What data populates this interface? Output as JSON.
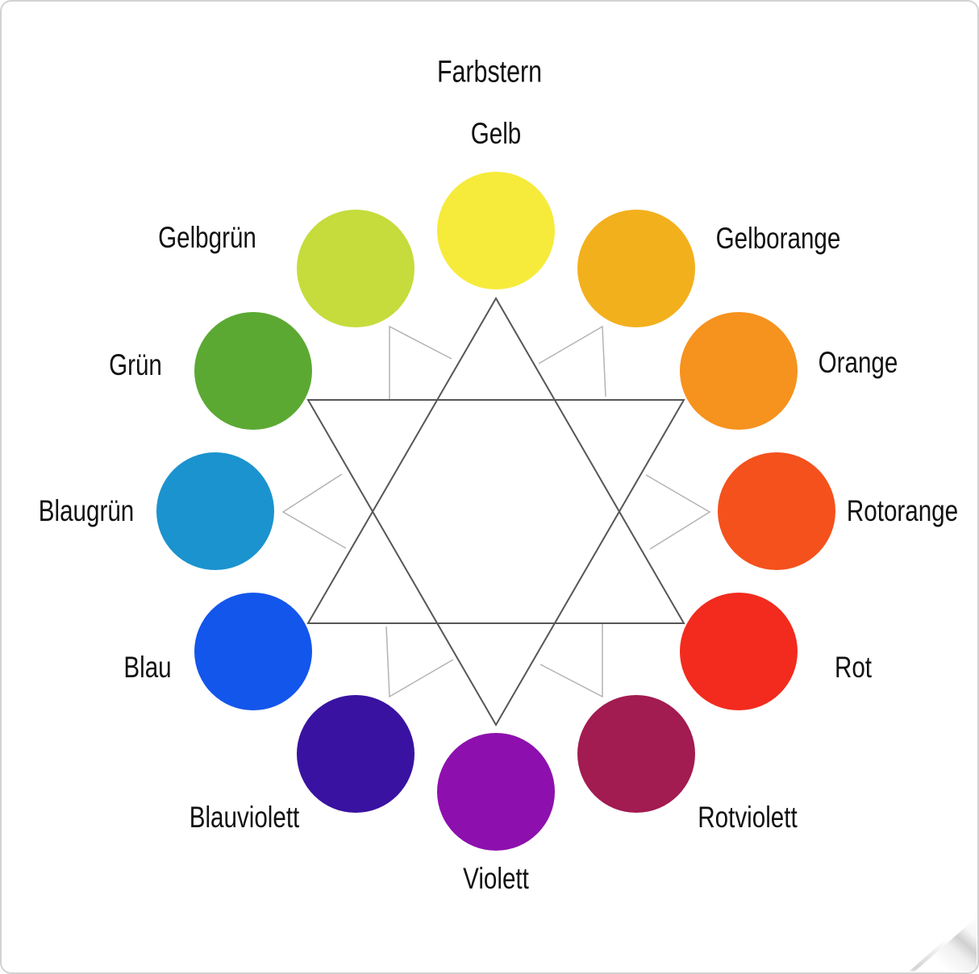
{
  "title": "Farbstern",
  "diagram": {
    "kind": "color-star",
    "line_color_primary": "#565656",
    "line_color_secondary": "#b3b3b3",
    "wheel": {
      "items": [
        {
          "label": "Gelb",
          "color": "#F6EB3B"
        },
        {
          "label": "Gelborange",
          "color": "#F3B01D"
        },
        {
          "label": "Orange",
          "color": "#F6921E"
        },
        {
          "label": "Rotorange",
          "color": "#F4511C"
        },
        {
          "label": "Rot",
          "color": "#F22B1E"
        },
        {
          "label": "Rotviolett",
          "color": "#A21B51"
        },
        {
          "label": "Violett",
          "color": "#8D10AE"
        },
        {
          "label": "Blauviolett",
          "color": "#3A12A1"
        },
        {
          "label": "Blau",
          "color": "#1356EB"
        },
        {
          "label": "Blaugrün",
          "color": "#1B93CE"
        },
        {
          "label": "Grün",
          "color": "#5BA933"
        },
        {
          "label": "Gelbgrün",
          "color": "#C5DC3C"
        }
      ]
    }
  }
}
